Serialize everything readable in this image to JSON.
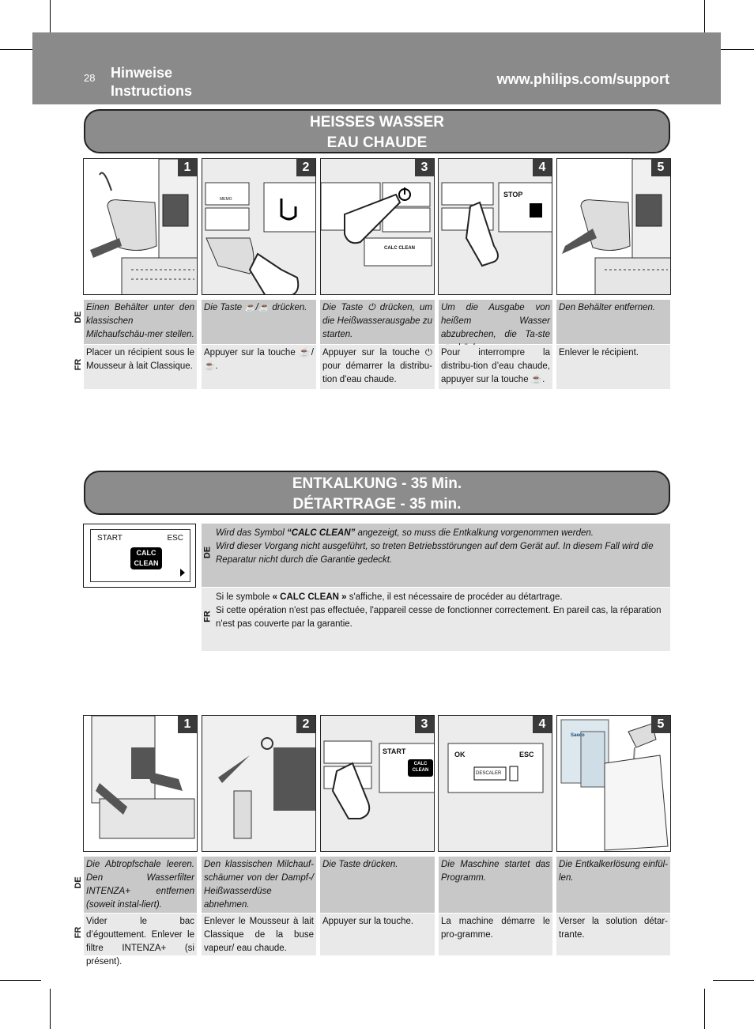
{
  "header": {
    "page_number": "28",
    "title_de": "Hinweise",
    "title_fr": "Instructions",
    "url": "www.philips.com/support"
  },
  "section1": {
    "title_de": "HEISSES WASSER",
    "title_fr": "EAU CHAUDE",
    "steps": [
      {
        "num": "1",
        "de": "Einen Behälter unter den klassischen Milchaufschäu-mer stellen.",
        "fr": "Placer un récipient sous le Mousseur à lait Classique."
      },
      {
        "num": "2",
        "de": "Die Taste ☕/☕ drücken.",
        "fr": "Appuyer sur la touche ☕/☕."
      },
      {
        "num": "3",
        "de": "Die Taste ⏻ drücken, um die Heißwasserausgabe zu starten.",
        "fr": "Appuyer sur la touche ⏻ pour démarrer la distribu-tion d'eau chaude."
      },
      {
        "num": "4",
        "de": "Um die Ausgabe von heißem Wasser abzubrechen, die Ta-ste ☕ drücken.",
        "fr": "Pour interrompre la distribu-tion d’eau chaude, appuyer sur la touche ☕."
      },
      {
        "num": "5",
        "de": "Den Behälter entfernen.",
        "fr": "Enlever le récipient."
      }
    ],
    "panel_labels": {
      "memo": "MEMO",
      "stop": "STOP",
      "calc_clean": "CALC CLEAN"
    }
  },
  "section2": {
    "title_de": "ENTKALKUNG - 35 Min.",
    "title_fr": "DÉTARTRAGE - 35 min.",
    "lcd": {
      "start": "START",
      "esc": "ESC",
      "calc_line1": "CALC",
      "calc_line2": "CLEAN"
    },
    "info_de_1_pre": "Wird das Symbol ",
    "info_de_1_bold": "“CALC CLEAN”",
    "info_de_1_post": " angezeigt, so muss die Entkalkung vorgenommen werden.",
    "info_de_2": "Wird dieser Vorgang nicht ausgeführt, so treten Betriebsstörungen auf dem Gerät auf. In diesem Fall wird die Reparatur nicht durch die Garantie gedeckt.",
    "info_fr_1_pre": "Si le symbole ",
    "info_fr_1_bold": "« CALC CLEAN »",
    "info_fr_1_post": " s'affiche, il est nécessaire de procéder au détartrage.",
    "info_fr_2": "Si cette opération n'est pas effectuée, l'appareil cesse de fonctionner correctement. En pareil cas, la réparation n'est pas couverte par la garantie.",
    "steps": [
      {
        "num": "1",
        "de": "Die Abtropfschale leeren. Den Wasserfilter INTENZA+ entfernen (soweit instal-liert).",
        "fr": "Vider le bac d’égouttement. Enlever le filtre INTENZA+ (si présent)."
      },
      {
        "num": "2",
        "de": "Den klassischen Milchauf-schäumer von der Dampf-/ Heißwasserdüse abnehmen.",
        "fr": "Enlever le Mousseur à lait Classique de la buse vapeur/ eau chaude."
      },
      {
        "num": "3",
        "de": "Die Taste drücken.",
        "fr": "Appuyer sur la touche."
      },
      {
        "num": "4",
        "de": "Die Maschine startet das Programm.",
        "fr": "La machine démarre le pro-gramme."
      },
      {
        "num": "5",
        "de": "Die Entkalkerlösung einfül-len.",
        "fr": "Verser la solution détar-trante."
      }
    ],
    "panel_labels": {
      "start": "START",
      "ok": "OK",
      "esc": "ESC",
      "descaler": "DESCALER",
      "calc_line1": "CALC",
      "calc_line2": "CLEAN",
      "saeco": "Saeco"
    }
  },
  "lang": {
    "de": "DE",
    "fr": "FR"
  }
}
